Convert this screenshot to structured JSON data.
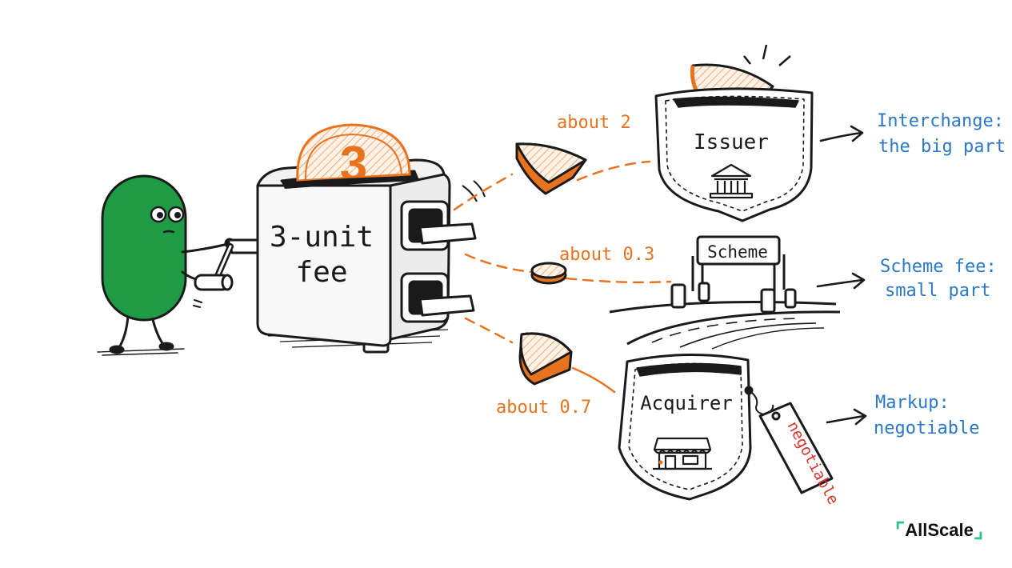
{
  "toaster": {
    "coin_number": "3",
    "label_line1": "3-unit",
    "label_line2": "fee"
  },
  "slices": [
    {
      "amount": "about 2"
    },
    {
      "amount": "about 0.3"
    },
    {
      "amount": "about 0.7"
    }
  ],
  "destinations": {
    "issuer": {
      "title": "Issuer",
      "note_line1": "Interchange:",
      "note_line2": "the big part"
    },
    "scheme": {
      "title": "Scheme",
      "note_line1": "Scheme fee:",
      "note_line2": "small part"
    },
    "acquirer": {
      "title": "Acquirer",
      "tag": "negotiable",
      "note_line1": "Markup:",
      "note_line2": "negotiable"
    }
  },
  "brand": {
    "name": "AllScale"
  },
  "colors": {
    "orange": "#e8731f",
    "blue": "#2a78c8",
    "green": "#1f9a45",
    "red": "#d9342b",
    "ink": "#1a1a1a"
  },
  "icons": [
    "bank-icon",
    "storefront-icon",
    "coin-icon"
  ]
}
